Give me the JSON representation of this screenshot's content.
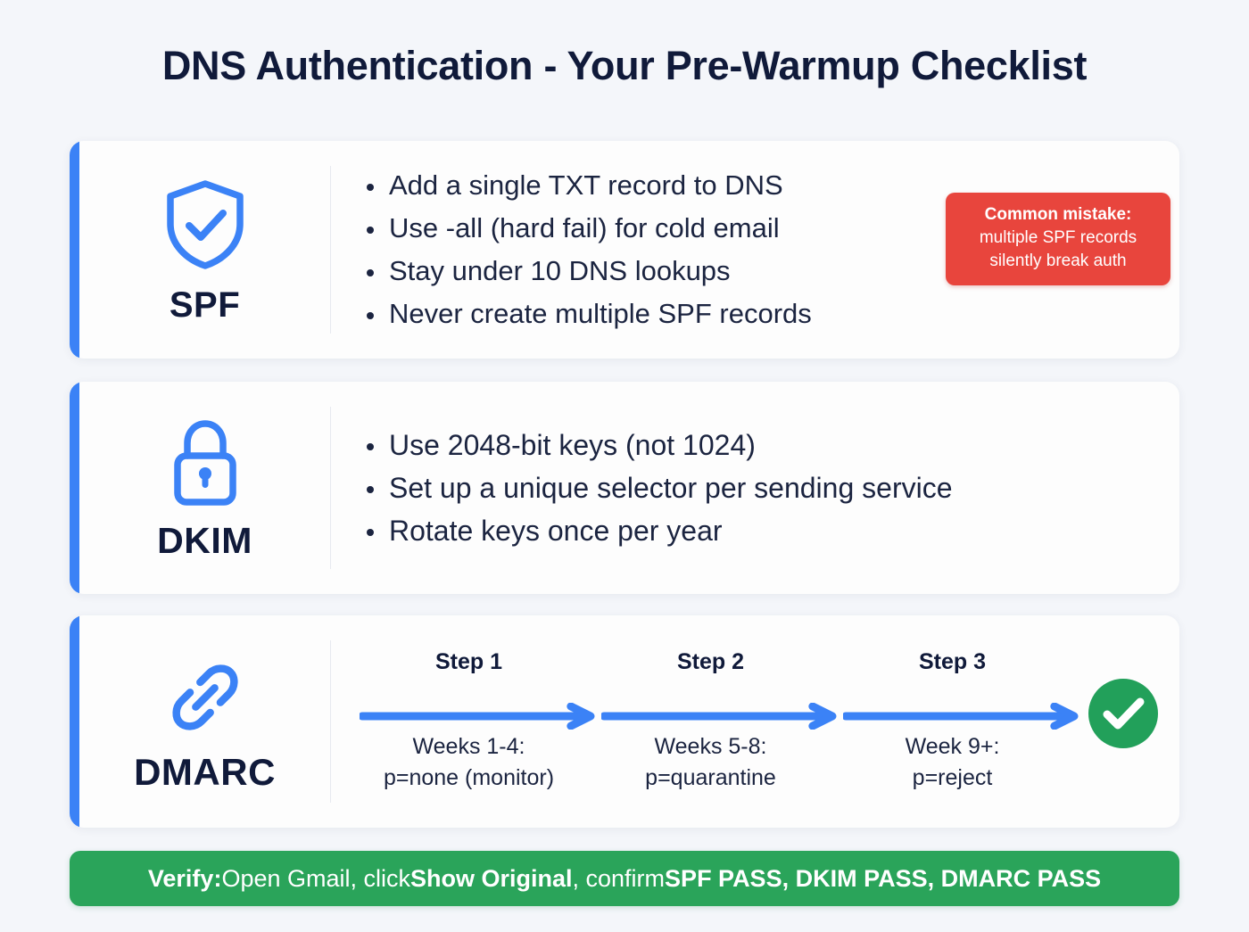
{
  "page": {
    "title": "DNS Authentication - Your Pre-Warmup Checklist",
    "background_color": "#f4f6fa",
    "accent_blue": "#3b82f6",
    "ink": "#101a3a",
    "danger_red": "#e8453d",
    "success_green": "#2aa45a"
  },
  "cards": [
    {
      "id": "spf",
      "label": "SPF",
      "icon": "shield-check-icon",
      "bullets": [
        "Add a single TXT record to DNS",
        "Use -all (hard fail) for cold email",
        "Stay under 10 DNS lookups",
        "Never create multiple SPF records"
      ],
      "callout": {
        "heading": "Common mistake:",
        "line1": "multiple SPF records",
        "line2": "silently break auth",
        "color": "#e8453d"
      }
    },
    {
      "id": "dkim",
      "label": "DKIM",
      "icon": "padlock-icon",
      "bullets": [
        "Use 2048-bit keys (not 1024)",
        "Set up a unique selector per sending service",
        "Rotate keys once per year"
      ]
    },
    {
      "id": "dmarc",
      "label": "DMARC",
      "icon": "chain-link-icon",
      "steps": [
        {
          "title": "Step 1",
          "line1": "Weeks 1-4:",
          "line2": "p=none (monitor)"
        },
        {
          "title": "Step 2",
          "line1": "Weeks 5-8:",
          "line2": "p=quarantine"
        },
        {
          "title": "Step 3",
          "line1": "Week 9+:",
          "line2": "p=reject"
        }
      ],
      "end_badge": "check-circle-icon"
    }
  ],
  "verify": {
    "label": "Verify:",
    "text_1": " Open Gmail, click ",
    "bold_1": "Show Original",
    "text_2": ", confirm ",
    "bold_2": "SPF PASS, DKIM PASS, DMARC PASS"
  }
}
